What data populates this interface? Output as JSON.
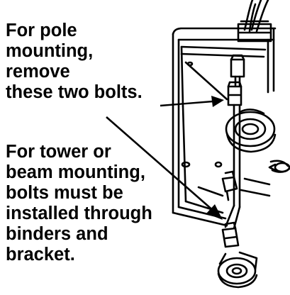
{
  "instructions": {
    "pole": {
      "lines": [
        "For pole",
        "mounting,",
        "remove",
        "these two bolts."
      ]
    },
    "tower": {
      "lines": [
        "For tower or",
        "beam mounting,",
        "bolts must be",
        "installed through",
        "binders and",
        "bracket."
      ]
    }
  },
  "colors": {
    "ink": "#000000",
    "background": "#ffffff"
  }
}
